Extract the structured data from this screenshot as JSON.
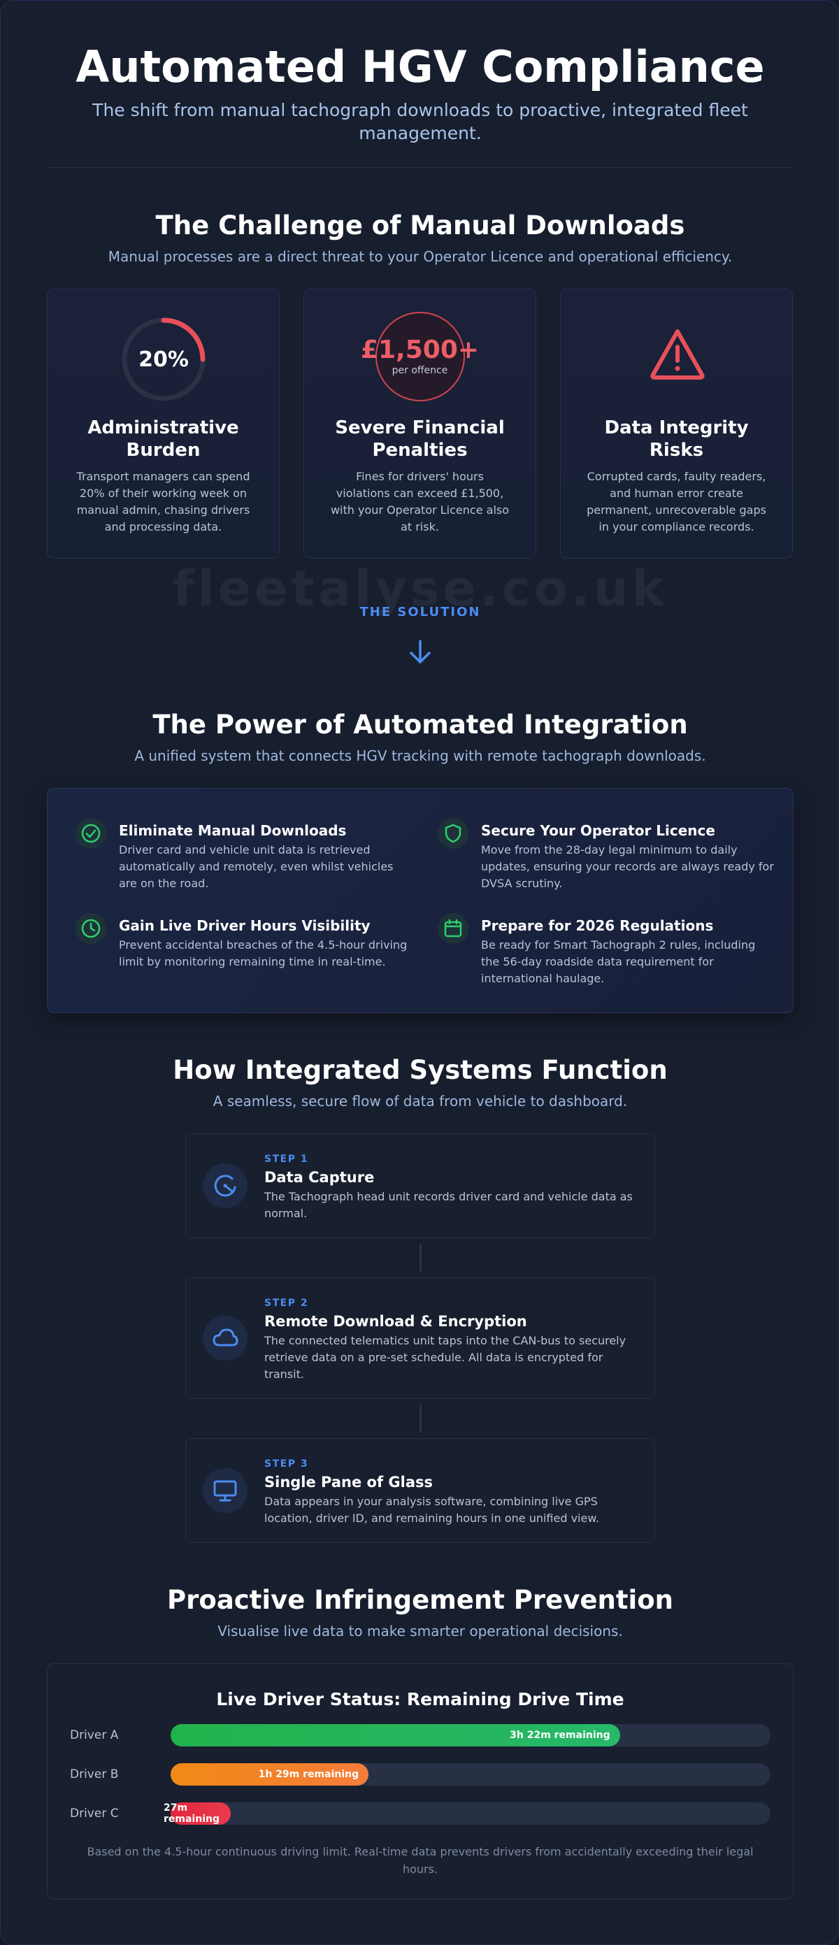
{
  "hero": {
    "title": "Automated HGV Compliance",
    "subtitle": "The shift from manual tachograph downloads to proactive, integrated fleet management."
  },
  "challenge": {
    "title": "The Challenge of Manual Downloads",
    "subtitle": "Manual processes are a direct threat to your Operator Licence and operational efficiency.",
    "cards": [
      {
        "stat": "20%",
        "stat_fraction": 0.2,
        "title": "Administrative Burden",
        "text": "Transport managers can spend 20% of their working week on manual admin, chasing drivers and processing data."
      },
      {
        "stat": "£1,500+",
        "stat_unit": "per offence",
        "title": "Severe Financial Penalties",
        "text": "Fines for drivers' hours violations can exceed £1,500, with your Operator Licence also at risk."
      },
      {
        "icon": "warning-triangle-icon",
        "title": "Data Integrity Risks",
        "text": "Corrupted cards, faulty readers, and human error create permanent, unrecoverable gaps in your compliance records."
      }
    ]
  },
  "watermark": "fleetalyse.co.uk",
  "solution_tag": "THE SOLUTION",
  "integration": {
    "title": "The Power of Automated Integration",
    "subtitle": "A unified system that connects HGV tracking with remote tachograph downloads.",
    "benefits": [
      {
        "icon": "check-circle-icon",
        "title": "Eliminate Manual Downloads",
        "text": "Driver card and vehicle unit data is retrieved automatically and remotely, even whilst vehicles are on the road."
      },
      {
        "icon": "shield-icon",
        "title": "Secure Your Operator Licence",
        "text": "Move from the 28-day legal minimum to daily updates, ensuring your records are always ready for DVSA scrutiny."
      },
      {
        "icon": "clock-icon",
        "title": "Gain Live Driver Hours Visibility",
        "text": "Prevent accidental breaches of the 4.5-hour driving limit by monitoring remaining time in real-time."
      },
      {
        "icon": "calendar-icon",
        "title": "Prepare for 2026 Regulations",
        "text": "Be ready for Smart Tachograph 2 rules, including the 56-day roadside data requirement for international haulage."
      }
    ]
  },
  "systems": {
    "title": "How Integrated Systems Function",
    "subtitle": "A seamless, secure flow of data from vehicle to dashboard.",
    "steps": [
      {
        "icon": "gauge-icon",
        "label": "STEP 1",
        "title": "Data Capture",
        "text": "The Tachograph head unit records driver card and vehicle data as normal."
      },
      {
        "icon": "cloud-icon",
        "label": "STEP 2",
        "title": "Remote Download & Encryption",
        "text": "The connected telematics unit taps into the CAN-bus to securely retrieve data on a pre-set schedule. All data is encrypted for transit."
      },
      {
        "icon": "monitor-icon",
        "label": "STEP 3",
        "title": "Single Pane of Glass",
        "text": "Data appears in your analysis software, combining live GPS location, driver ID, and remaining hours in one unified view."
      }
    ]
  },
  "prevention": {
    "title": "Proactive Infringement Prevention",
    "subtitle": "Visualise live data to make smarter operational decisions.",
    "panel_title": "Live Driver Status: Remaining Drive Time",
    "drivers": [
      {
        "name": "Driver A",
        "label": "3h 22m remaining",
        "fraction": 0.749,
        "color_from": "#22b24c",
        "color_to": "#27b86a"
      },
      {
        "name": "Driver B",
        "label": "1h 29m remaining",
        "fraction": 0.33,
        "color_from": "#f08a15",
        "color_to": "#f47c3c"
      },
      {
        "name": "Driver C",
        "label": "27m remaining",
        "fraction": 0.1,
        "color_from": "#e0283d",
        "color_to": "#ec3a4c"
      }
    ],
    "note": "Based on the 4.5-hour continuous driving limit. Real-time data prevents drivers from accidentally exceeding their legal hours."
  },
  "colors": {
    "accent_blue": "#4b8cf0",
    "danger_red": "#ea5f66",
    "success_green": "#2fcf6e",
    "background": "#171e2d"
  }
}
